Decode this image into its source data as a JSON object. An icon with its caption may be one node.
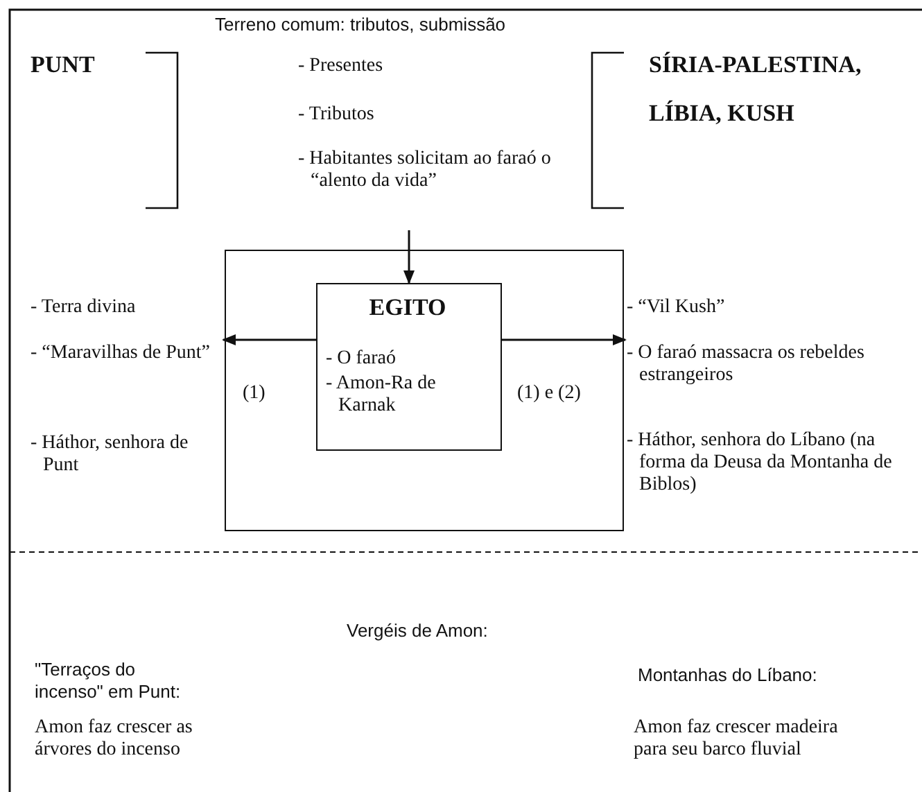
{
  "diagram": {
    "nodes": [
      {
        "text": [
          "- Presentes",
          "- Tributos",
          "- Habitantes solicitam ao faraó o “alento da vida”"
        ]
      },
      {
        "text": [],
        "shape": "box"
      },
      {
        "text": [
          "EGITO",
          "- O faraó",
          "- Amon-Ra de Karnak"
        ],
        "in": 1
      },
      {
        "text": [
          "- Terra divina",
          "- “Maravilhas de Punt”",
          "- Háthor, senhora de Punt"
        ]
      },
      {
        "text": [
          "- “Vil Kush”",
          "- O faraó massacra os rebeldes estrangeiros",
          "- Háthor, senhora do Líbano (na forma da Deusa da Montanha de Biblos)"
        ]
      }
    ],
    "edges": [
      {
        "from": 0,
        "to": 2,
        "arrow": "to"
      },
      {
        "from": 2,
        "to": 3,
        "arrow": "to",
        "label": "(1)"
      },
      {
        "from": 2,
        "to": 4,
        "arrow": "to",
        "label": "(1) e (2)"
      }
    ],
    "labels": [
      "Terreno comum: tributos, submissão",
      "PUNT",
      "SÍRIA-PALESTINA,",
      "LÍBIA, KUSH",
      "Vergéis de Amon:",
      "\"Terraços do incenso\" em Punt:",
      "Amon faz crescer as árvores do incenso",
      "Montanhas do Líbano:",
      "Amon faz crescer madeira para seu barco fluvial"
    ]
  }
}
